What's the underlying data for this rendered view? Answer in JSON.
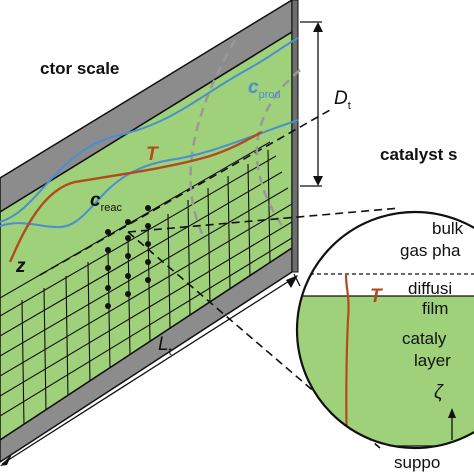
{
  "labels": {
    "reactor_scale": "ctor scale",
    "catalyst_scale": "catalyst s",
    "c_prod_main": "c",
    "c_prod_sub": "prod",
    "c_reac_main": "c",
    "c_reac_sub": "reac",
    "T_reactor": "T",
    "z_axis": "z",
    "D_main": "D",
    "D_sub": "t",
    "L_main": "L",
    "L_sub": "t",
    "bulk_line1": "bulk",
    "bulk_line2": "gas pha",
    "diffusion_line1": "diffusi",
    "diffusion_line2": "film",
    "catalyst_line1": "cataly",
    "catalyst_line2": "layer",
    "zeta": "ζ",
    "support": "suppo",
    "T_catalyst": "T"
  },
  "colors": {
    "green_fill": "#9fd17a",
    "wall_gray": "#8c8c8c",
    "conc_blue": "#4a8fd0",
    "temp_red": "#b34a1e",
    "dashed_gray": "#999999",
    "outline": "#111111"
  }
}
